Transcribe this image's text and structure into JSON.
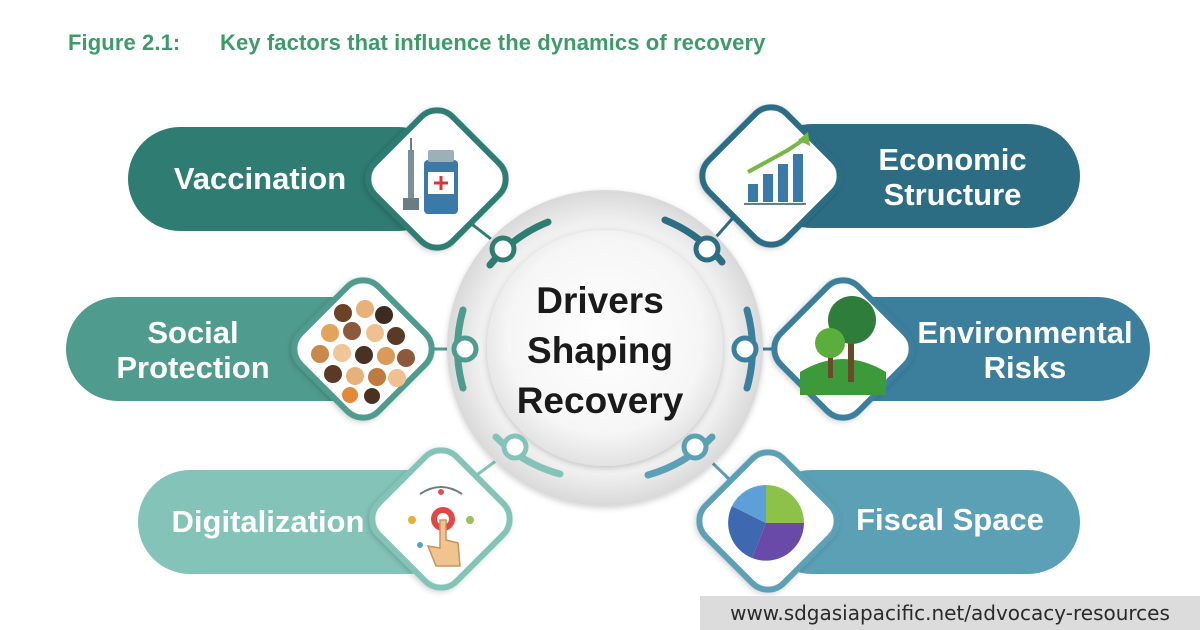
{
  "figure": {
    "number": "Figure 2.1:",
    "title": "Key factors that influence the dynamics of recovery"
  },
  "center": {
    "lines": [
      "Drivers",
      "Shaping",
      "Recovery"
    ]
  },
  "drivers": [
    {
      "line1": "Vaccination",
      "line2": "",
      "color": "#2e7c72",
      "icon": "vaccine-syringe-icon"
    },
    {
      "line1": "Economic",
      "line2": "Structure",
      "color": "#2c6d84",
      "icon": "bar-chart-growth-icon"
    },
    {
      "line1": "Social",
      "line2": "Protection",
      "color": "#4f9b8e",
      "icon": "people-crowd-icon"
    },
    {
      "line1": "Environmental",
      "line2": "Risks",
      "color": "#3b7f9c",
      "icon": "trees-icon"
    },
    {
      "line1": "Digitalization",
      "line2": "",
      "color": "#84c4b8",
      "icon": "touch-button-icon"
    },
    {
      "line1": "Fiscal Space",
      "line2": "",
      "color": "#5ba0b5",
      "icon": "pie-chart-icon"
    }
  ],
  "footer": {
    "url": "www.sdgasiapacific.net/advocacy-resources"
  }
}
